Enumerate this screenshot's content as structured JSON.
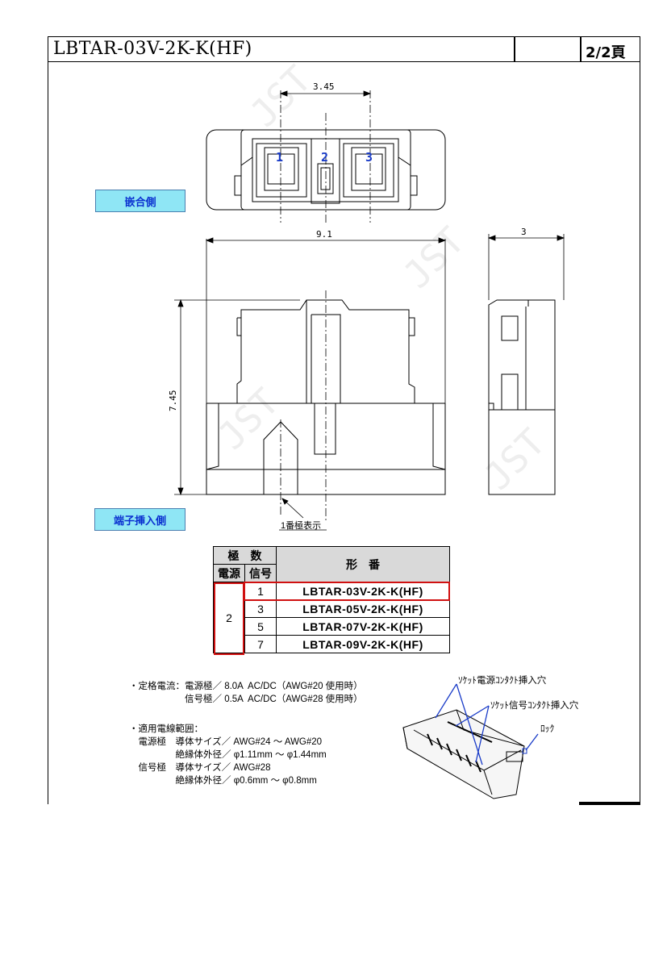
{
  "header": {
    "title": "LBTAR-03V-2K-K(HF)",
    "page": "2/2頁"
  },
  "views": {
    "mating_side_label": "嵌合側",
    "insertion_side_label": "端子挿入側",
    "pin_numbers": [
      "1",
      "2",
      "3"
    ],
    "dim_pitch": "3.45",
    "dim_width": "9.1",
    "dim_height": "7.45",
    "dim_depth": "3",
    "pin1_note": "1番極表示",
    "watermark": "JST"
  },
  "table": {
    "header_poles": "極　数",
    "header_power": "電源",
    "header_signal": "信号",
    "header_part": "形　番",
    "power_value": "2",
    "rows": [
      {
        "signal": "1",
        "part": "LBTAR-03V-2K-K(HF)"
      },
      {
        "signal": "3",
        "part": "LBTAR-05V-2K-K(HF)"
      },
      {
        "signal": "5",
        "part": "LBTAR-07V-2K-K(HF)"
      },
      {
        "signal": "7",
        "part": "LBTAR-09V-2K-K(HF)"
      }
    ],
    "highlight_color": "#d01010"
  },
  "notes": {
    "rated_current": "・定格電流：電源極／ 8.0A  AC/DC（AWG#20 使用時）\n　　　　　　信号極／ 0.5A  AC/DC（AWG#28 使用時）",
    "wire_range": "・適用電線範囲：\n　電源極　導体サイズ／ AWG#24 ～ AWG#20\n　　　　　絶縁体外径／ φ1.11mm ～ φ1.44mm\n　信号極　導体サイズ／ AWG#28\n　　　　　絶縁体外径／ φ0.6mm ～ φ0.8mm"
  },
  "callouts": {
    "power_hole": "ｿｹｯﾄ電源ｺﾝﾀｸﾄ挿入穴",
    "signal_hole": "ｿｹｯﾄ信号ｺﾝﾀｸﾄ挿入穴",
    "lock": "ﾛｯｸ"
  },
  "colors": {
    "tag_bg": "#8fe6f5",
    "tag_text": "#0a2fd0",
    "pin_number": "#1a3cc8"
  }
}
